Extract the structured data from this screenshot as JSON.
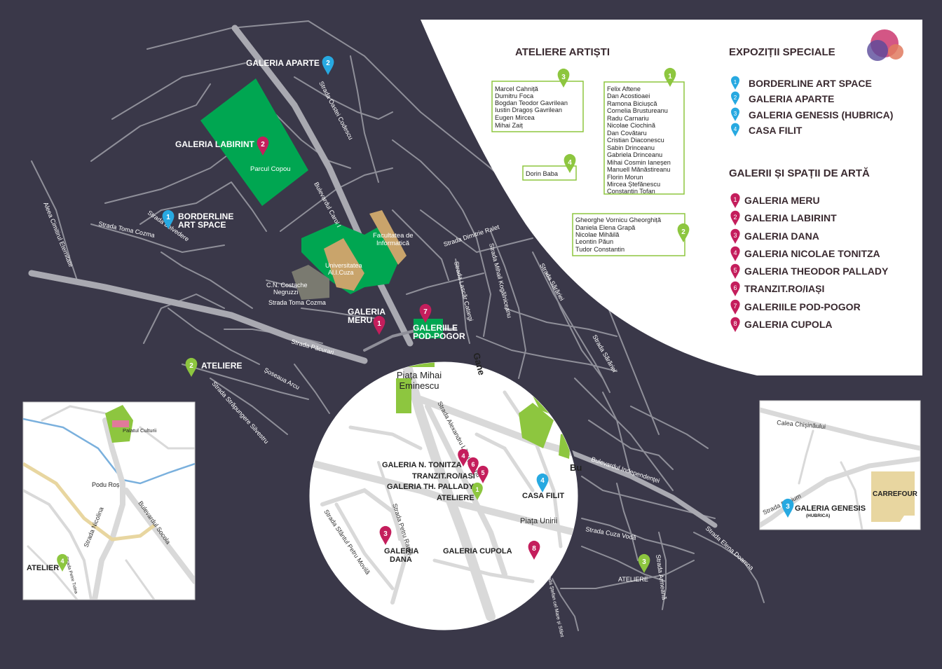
{
  "colors": {
    "background": "#3a3849",
    "pin_green": "#8dc63f",
    "pin_blue": "#27a9e1",
    "pin_magenta": "#c41e5c",
    "park_green": "#00a651",
    "panel": "#ffffff"
  },
  "legend": {
    "artists_title": "ATELIERE ARTIȘTI",
    "special_title": "EXPOZIȚII SPECIALE",
    "special_items": [
      {
        "num": "1",
        "label": "BORDERLINE ART SPACE"
      },
      {
        "num": "2",
        "label": "GALERIA APARTE"
      },
      {
        "num": "3",
        "label": "GALERIA GENESIS (HUBRICA)"
      },
      {
        "num": "4",
        "label": "CASA FILIT"
      }
    ],
    "galleries_title": "GALERII ȘI SPAȚII DE ARTĂ",
    "gallery_items": [
      {
        "num": "1",
        "label": "GALERIA MERU"
      },
      {
        "num": "2",
        "label": "GALERIA LABIRINT"
      },
      {
        "num": "3",
        "label": "GALERIA DANA"
      },
      {
        "num": "4",
        "label": "GALERIA NICOLAE TONITZA"
      },
      {
        "num": "5",
        "label": "GALERIA THEODOR PALLADY"
      },
      {
        "num": "6",
        "label": "TRANZIT.RO/IAȘI"
      },
      {
        "num": "7",
        "label": "GALERIILE POD-POGOR"
      },
      {
        "num": "8",
        "label": "GALERIA CUPOLA"
      }
    ],
    "studios": {
      "s1": {
        "num": "1",
        "names": [
          "Felix Aftene",
          "Dan Acostioaei",
          "Ramona Biciușcă",
          "Cornelia Brustureanu",
          "Radu Carnariu",
          "Nicolae Ciochină",
          "Dan Covătaru",
          "Cristian Diaconescu",
          "Sabin Drinceanu",
          "Gabriela Drinceanu",
          "Mihai Cosmin Ianeșen",
          "Manuell Mănăstireanu",
          "Florin Morun",
          "Mircea Ștefănescu",
          "Constantin Tofan"
        ]
      },
      "s2": {
        "num": "2",
        "names": [
          "Gheorghe Vornicu Gheorghiță",
          "Daniela Elena Grapă",
          "Nicolae Mihăilă",
          "Leontin Păun",
          "Tudor Constantin"
        ]
      },
      "s3": {
        "num": "3",
        "names": [
          "Marcel Cahniță",
          "Dumitru Foca",
          "Bogdan Teodor Gavrilean",
          "Iustin Dragoș Gavrilean",
          "Eugen Mircea",
          "Mihai Zaiț"
        ]
      },
      "s4": {
        "num": "4",
        "names": [
          "Dorin Baba"
        ]
      }
    }
  },
  "map_labels": {
    "galeria_aparte": "GALERIA APARTE",
    "galeria_labirint": "GALERIA LABIRINT",
    "parcul_copou": "Parcul Copou",
    "borderline_1": "BORDERLINE",
    "borderline_2": "ART SPACE",
    "galeria_meru_1": "GALERIA",
    "galeria_meru_2": "MERU",
    "pod_pogor_1": "GALERIILE",
    "pod_pogor_2": "POD-POGOR",
    "ateliere": "ATELIERE",
    "fac_info_1": "Facultatea de",
    "fac_info_2": "Informatică",
    "univ_1": "Universitatea",
    "univ_2": "Al.I.Cuza",
    "cn_1": "C.N. Costache",
    "cn_2": "Negruzzi",
    "gane": "Gane",
    "piata_me_1": "Piața Mihai",
    "piata_me_2": "Eminescu",
    "tonitza": "GALERIA N. TONITZA",
    "tranzit": "TRANZIT.RO/IASI",
    "pallady": "GALERIA TH. PALLADY",
    "ateliere_c": "ATELIERE",
    "casa_filit": "CASA FILIT",
    "piata_unirii": "Piața Unirii",
    "galeria_dana_1": "GALERIA",
    "galeria_dana_2": "DANA",
    "galeria_cupola": "GALERIA CUPOLA",
    "ateliere_3": "ATELIERE",
    "palatul_culturii": "Palatul Culturii",
    "podu_ros": "Podu Roș",
    "atelier": "ATELIER",
    "galeria_genesis": "GALERIA GENESIS",
    "hubrica": "(HUBRICA)",
    "carrefour": "CARREFOUR",
    "bd_partial": "Bu"
  },
  "streets": {
    "strada_oastei": "Strada Oastei Codescu",
    "bd_carol": "Bulevardul Carol I",
    "aleea": "Aleea Cimitirul Eternitate",
    "strada_belvedere": "Strada Belvedere",
    "toma_cozma": "Strada Toma Cozma",
    "toma_cozma_2": "Strada Toma Cozma",
    "strada_pacurari": "Strada Păcurari",
    "soseaua_arcu": "Șoseaua Arcu",
    "strapungere": "Strada Străpungere Silvestru",
    "dimitrie_ralet": "Strada Dimitrie Ralet",
    "lascar_catargi": "Strada Lascăr Catargi",
    "mihail_kogalniceanu": "Strada Mihail Kogălniceanu",
    "strada_sararie": "Strada Sărăriei",
    "strada_sararie_2": "Strada Sărăriei",
    "bd_independentei": "Bulevardul Independenței",
    "cuza_voda": "Strada Cuza Vodă",
    "elena_doamna": "Strada Elena Doamna",
    "armeana": "Strada Armeană",
    "alexandru_lapusneanu": "Strada Alexandru Lăpușneanu",
    "strada_sf_petru": "Strada Sfântul Petru Movilă",
    "petru_rares": "Strada Petru Rareș",
    "calea_chisinaului": "Calea Chișinăului",
    "strada_bucium": "Strada Bucium",
    "strada_nicolina": "Strada Nicolina",
    "bd_socola": "Bulevardul Socola",
    "strada_petre_tutea": "Strada Petre Tutea",
    "stefan_cel_mare": "Strada Ștefan cel Mare și Sfânt"
  }
}
